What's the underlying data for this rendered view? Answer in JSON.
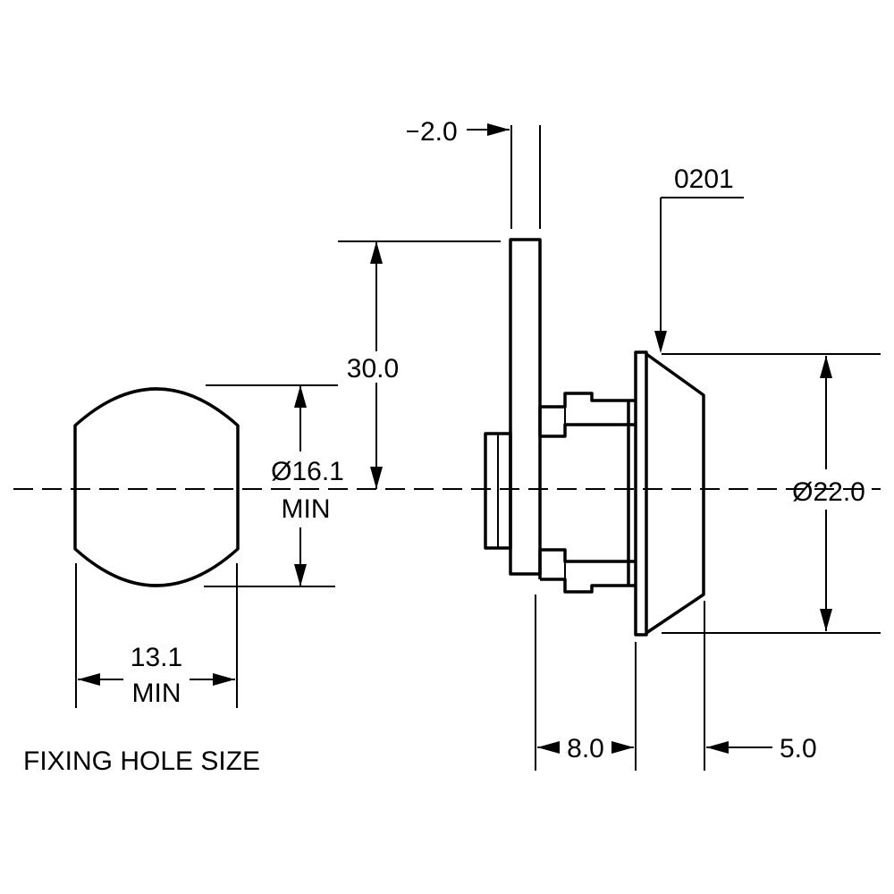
{
  "dimensions": {
    "plate_thickness": "2.0",
    "part_code": "0201",
    "cam_length": "30.0",
    "hole_diameter": "Ø16.1",
    "hole_diameter_suffix": "MIN",
    "bezel_diameter": "Ø22.0",
    "hole_flat_width": "13.1",
    "hole_flat_width_suffix": "MIN",
    "body_length": "8.0",
    "bezel_depth": "5.0"
  },
  "caption": "FIXING HOLE SIZE"
}
